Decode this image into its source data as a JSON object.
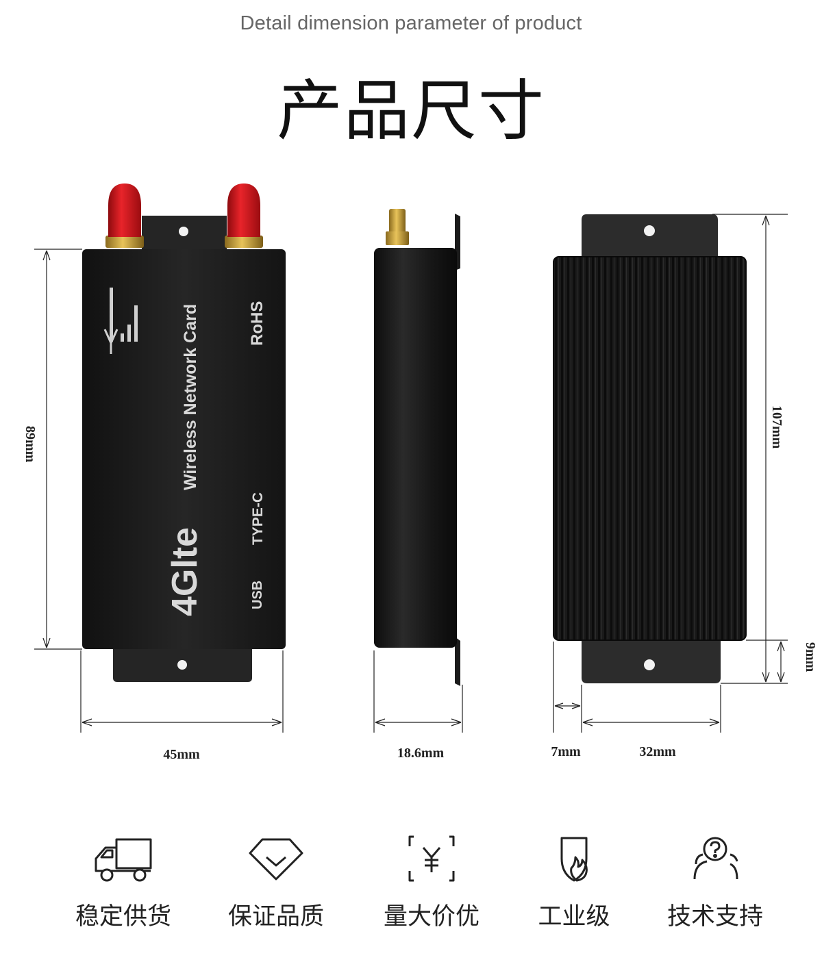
{
  "header": {
    "subtitle": "Detail dimension parameter of product",
    "title": "产品尺寸"
  },
  "device": {
    "signal_text": "",
    "brand_text": "Wireless Network Card",
    "lte_text": "4Glte",
    "rohs_text": "RoHS",
    "type_text": "TYPE-C",
    "usb_text": "USB"
  },
  "dimensions": {
    "front_height": "89mm",
    "front_width": "45mm",
    "side_width": "18.6mm",
    "back_height": "107mm",
    "flange_height": "9mm",
    "flange_offset": "7mm",
    "flange_width": "32mm"
  },
  "features": [
    {
      "label": "稳定供货",
      "icon": "delivery-truck-icon"
    },
    {
      "label": "保证品质",
      "icon": "diamond-check-icon"
    },
    {
      "label": "量大价优",
      "icon": "yen-price-icon"
    },
    {
      "label": "工业级",
      "icon": "shield-fire-icon"
    },
    {
      "label": "技术支持",
      "icon": "support-people-icon"
    }
  ],
  "colors": {
    "device_body": "#1e1e1e",
    "antenna_cap": "#d4141a",
    "gold_connector": "#c9a23a",
    "flange": "#2a2a2a"
  }
}
